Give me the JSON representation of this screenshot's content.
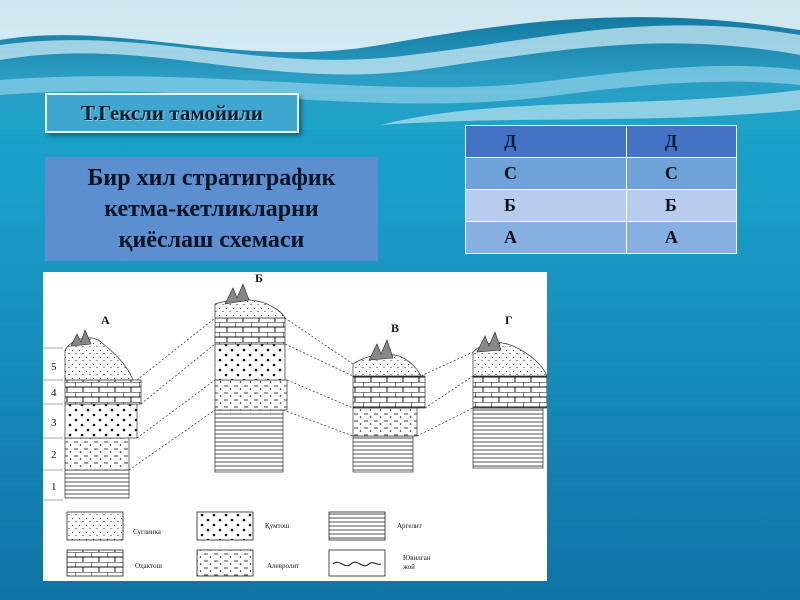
{
  "title": "Т.Гексли тамойили",
  "subtitle": "Бир хил стратиграфик\nкетма-кетликларни\nқиёслаш схемаси",
  "letters_table": {
    "rows": [
      [
        "Д",
        "Д"
      ],
      [
        "С",
        "С"
      ],
      [
        "Б",
        "Б"
      ],
      [
        "А",
        "А"
      ]
    ]
  },
  "diagram": {
    "column_labels": [
      "А",
      "Б",
      "В",
      "Г"
    ],
    "layer_numbers": [
      "5",
      "4",
      "3",
      "2",
      "1"
    ],
    "legend": [
      {
        "label": "Суглинка",
        "pattern": "fine-dots"
      },
      {
        "label": "Қумтош",
        "pattern": "dots"
      },
      {
        "label": "Аргелит",
        "pattern": "lines"
      },
      {
        "label": "Оҳактош",
        "pattern": "bricks"
      },
      {
        "label": "Алевролит",
        "pattern": "dash-dots"
      },
      {
        "label": "Ювилган\nжой",
        "pattern": "wavy"
      }
    ]
  },
  "colors": {
    "title_bg": "#3ea6cf",
    "subtitle_bg": "#5b8fcf",
    "table_header": "#4472c4"
  }
}
